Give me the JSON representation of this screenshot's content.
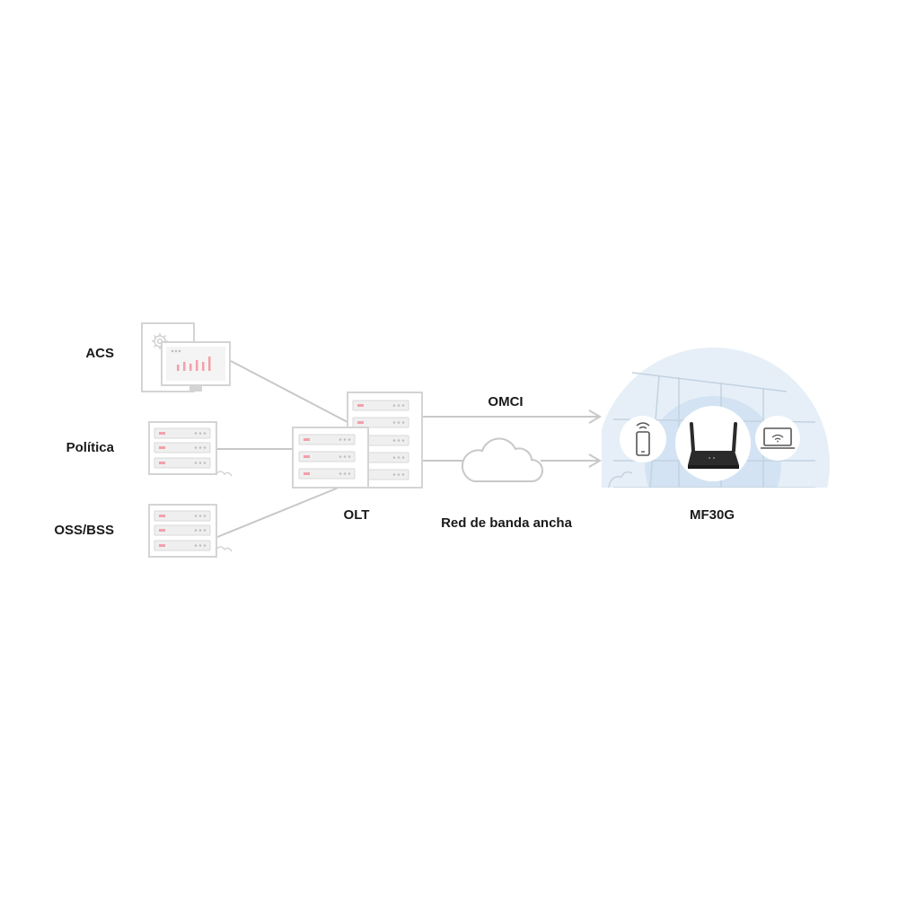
{
  "labels": {
    "acs": "ACS",
    "policy": "Política",
    "oss_bss": "OSS/BSS",
    "olt": "OLT",
    "omci": "OMCI",
    "broadband": "Red de banda ancha",
    "device": "MF30G"
  },
  "colors": {
    "line": "#c8c8c8",
    "server_fill": "#ffffff",
    "server_stroke": "#d4d4d4",
    "slot_fill": "#ececec",
    "accent": "#f2a0a8",
    "bubble_outer": "#e6eff8",
    "bubble_inner": "#d3e3f3",
    "router": "#2b2b2b"
  },
  "icons": {
    "phone": "phone-wifi-icon",
    "laptop": "laptop-wifi-icon",
    "router": "router-icon",
    "cloud": "cloud-icon",
    "gear": "gear-icon"
  }
}
